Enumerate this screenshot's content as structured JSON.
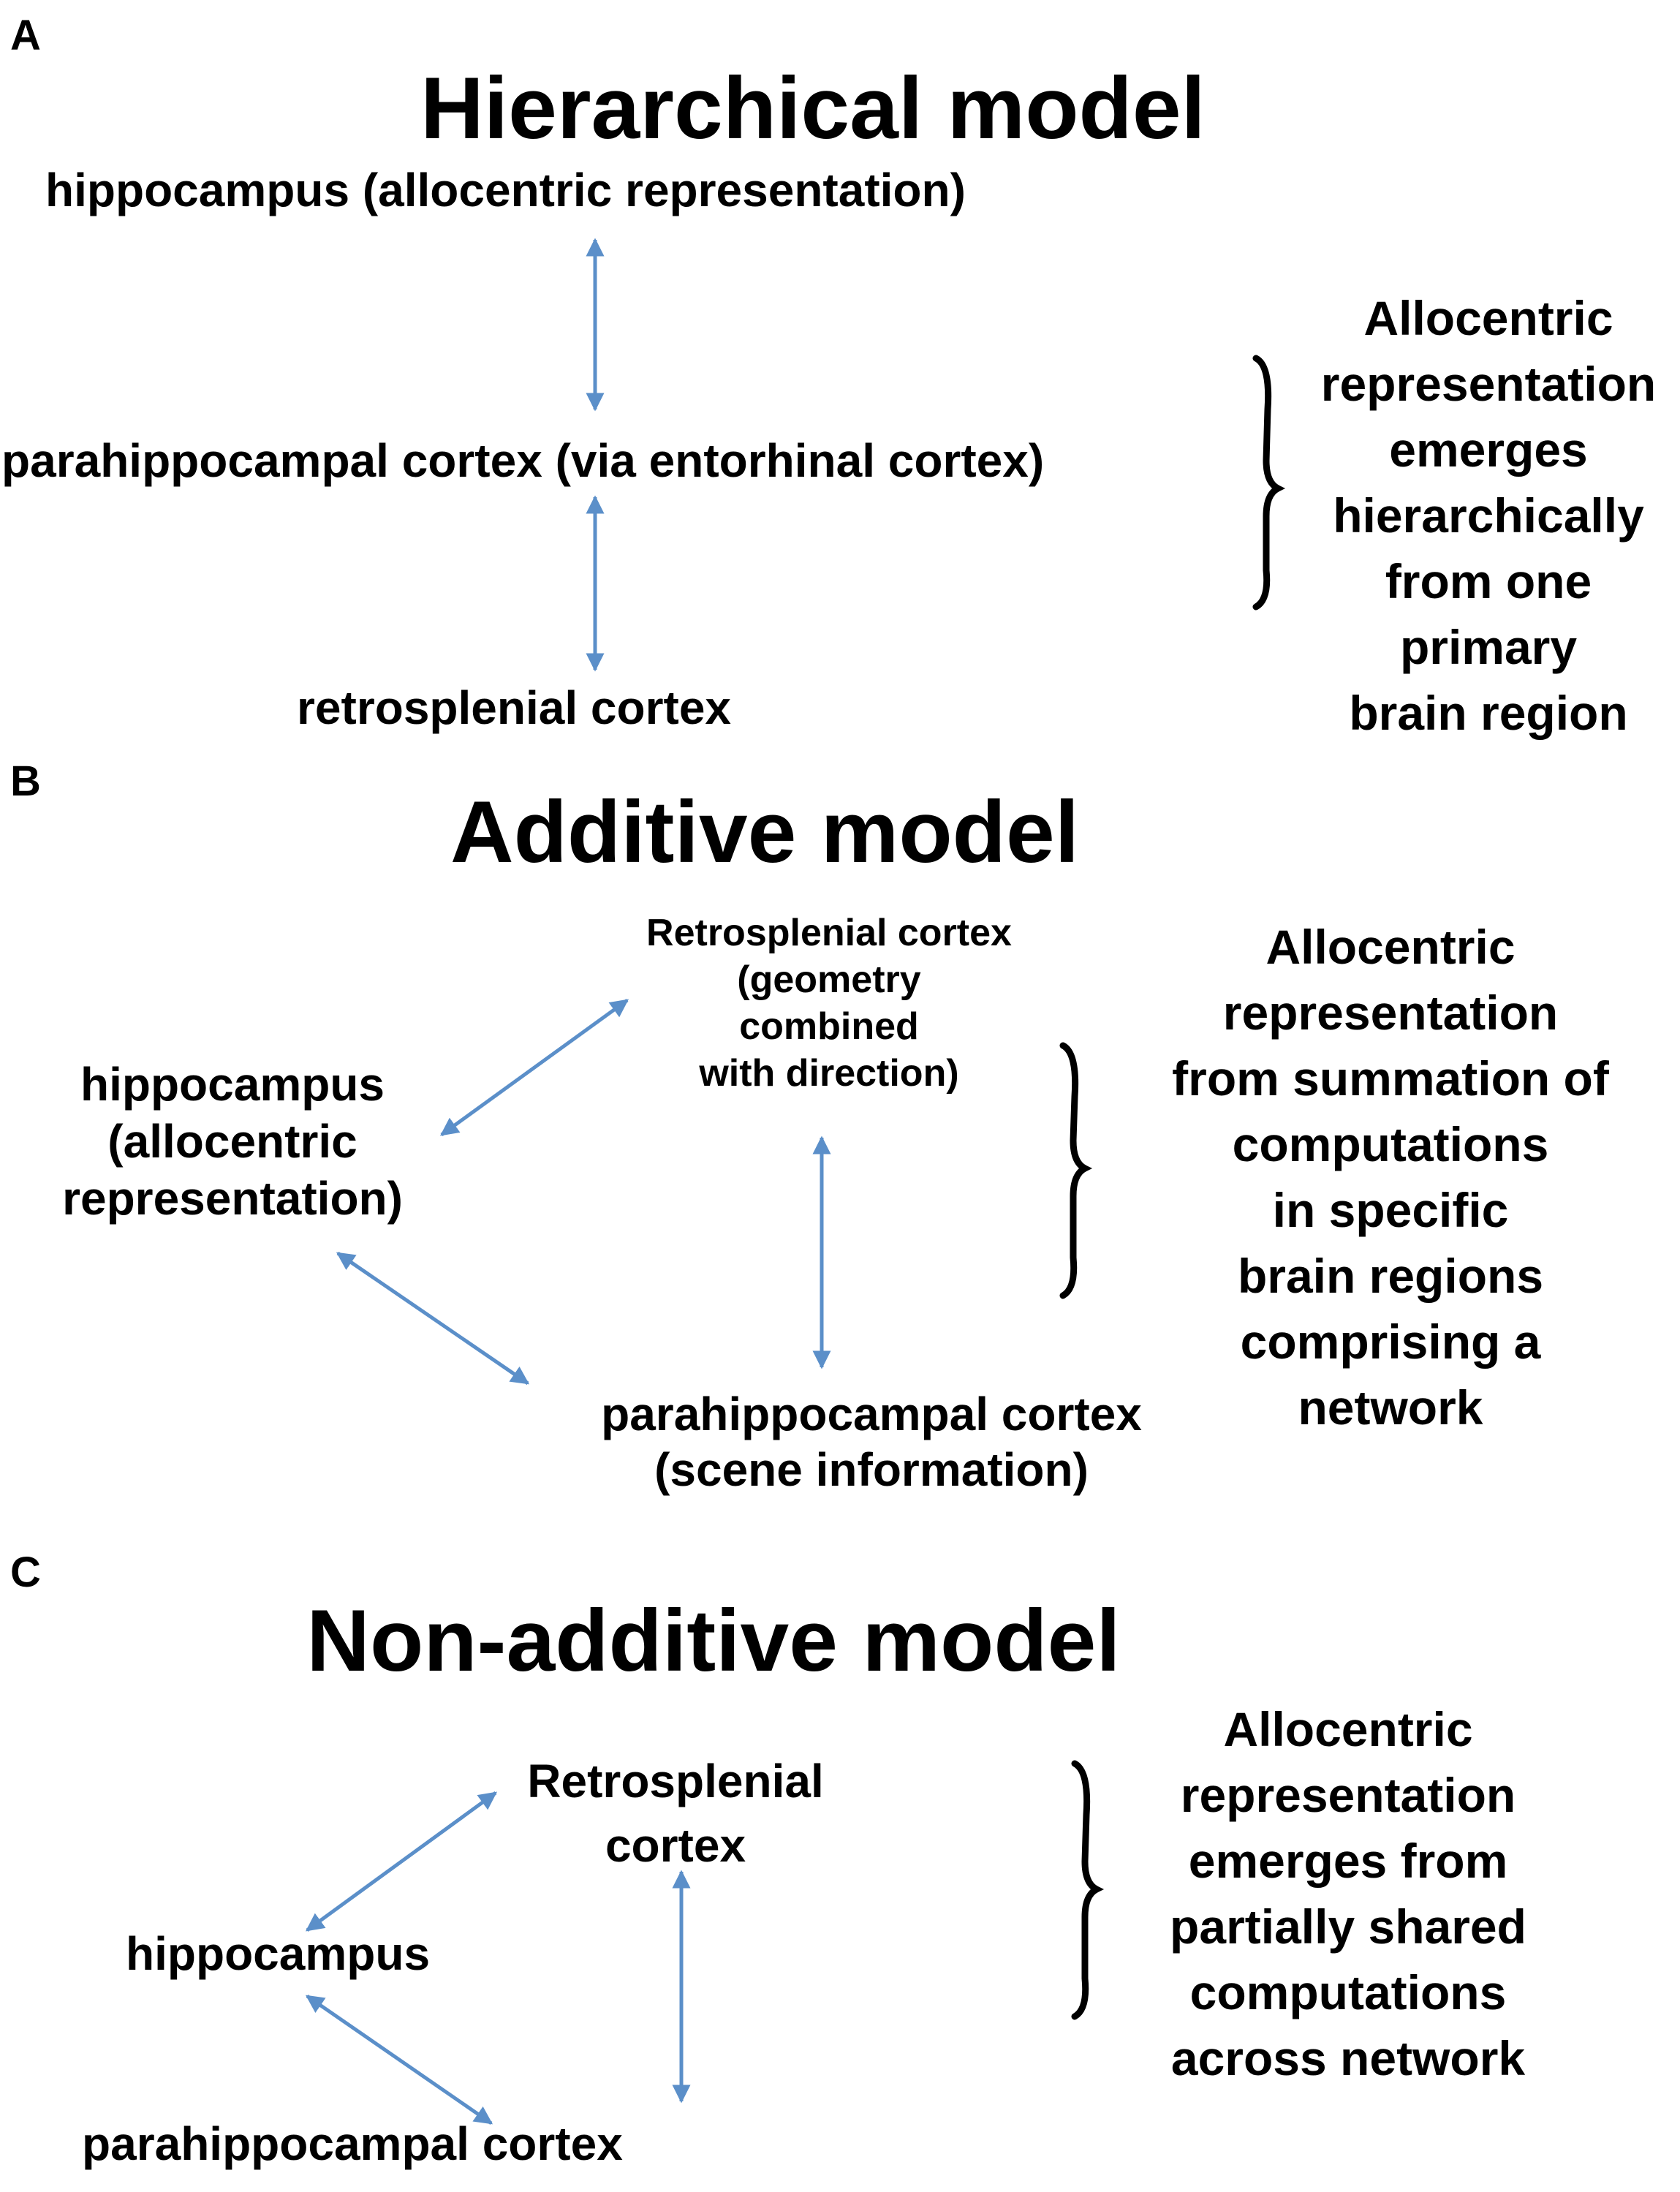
{
  "colors": {
    "arrow": "#5b8fc9",
    "text": "#000000",
    "brace": "#000000"
  },
  "panelA": {
    "letter": "A",
    "title": "Hierarchical model",
    "hippocampus": "hippocampus (allocentric representation)",
    "parahippocampal": "parahippocampal  cortex (via entorhinal cortex)",
    "retrosplenial": "retrosplenial cortex",
    "description": [
      "Allocentric",
      "representation",
      "emerges",
      "hierarchically",
      "from one",
      "primary",
      "brain region"
    ]
  },
  "panelB": {
    "letter": "B",
    "title": "Additive model",
    "retrosplenial": [
      "Retrosplenial cortex",
      "(geometry",
      "combined",
      "with direction)"
    ],
    "hippocampus": [
      "hippocampus",
      "(allocentric",
      "representation)"
    ],
    "parahippocampal": [
      "parahippocampal cortex",
      "(scene information)"
    ],
    "description": [
      "Allocentric",
      "representation",
      "from summation of",
      "computations",
      "in specific",
      "brain regions",
      "comprising a",
      "network"
    ]
  },
  "panelC": {
    "letter": "C",
    "title": "Non-additive model",
    "retrosplenial": [
      "Retrosplenial",
      "cortex"
    ],
    "hippocampus": "hippocampus",
    "parahippocampal": "parahippocampal cortex",
    "description": [
      "Allocentric",
      "representation",
      "emerges from",
      "partially shared",
      "computations",
      "across network"
    ]
  }
}
